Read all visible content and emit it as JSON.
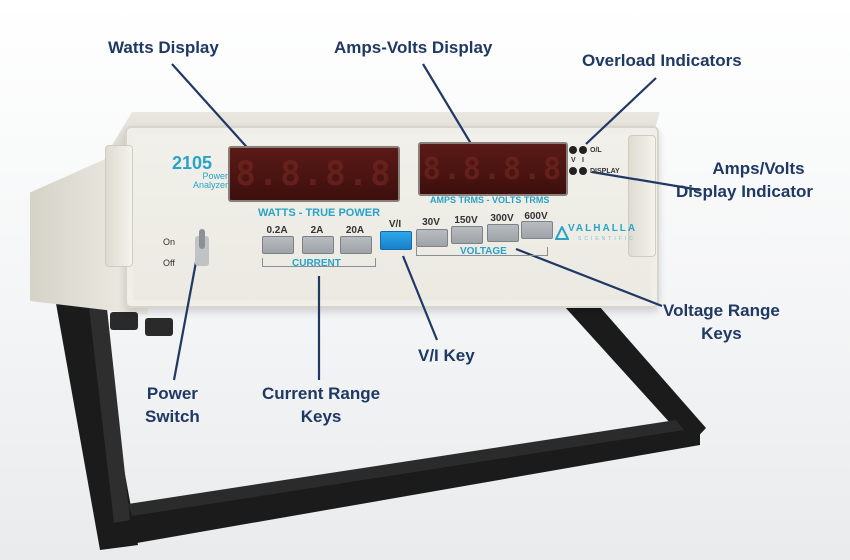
{
  "callouts": {
    "watts_display": "Watts Display",
    "amps_volts_display": "Amps-Volts Display",
    "overload_indicators": "Overload Indicators",
    "display_indicator": [
      "Amps/Volts",
      "Display Indicator"
    ],
    "voltage_range_keys": [
      "Voltage Range",
      "Keys"
    ],
    "vi_key": "V/I Key",
    "current_range_keys": [
      "Current Range",
      "Keys"
    ],
    "power_switch": [
      "Power",
      "Switch"
    ]
  },
  "instrument": {
    "model_number": "2105",
    "model_name": [
      "Power",
      "Analyzer"
    ],
    "watts_caption": "WATTS - TRUE POWER",
    "av_caption": "AMPS TRMS - VOLTS TRMS",
    "led_labels": {
      "ol": "O/L",
      "v": "V",
      "i": "I",
      "display": "DISPLAY"
    },
    "switch_labels": {
      "on": "On",
      "off": "Off"
    },
    "current_keys": [
      "0.2A",
      "2A",
      "20A"
    ],
    "vi_key_label": "V/I",
    "voltage_keys": [
      "30V",
      "150V",
      "300V",
      "600V"
    ],
    "current_caption": "CURRENT",
    "voltage_caption": "VOLTAGE",
    "brand": "VALHALLA",
    "brand_sub": "SCIENTIFIC"
  },
  "colors": {
    "callout_text": "#1f3864",
    "leader_line": "#1f3864",
    "panel_accent": "#29a3c7",
    "vi_key": "#1f8fd8",
    "display_bg": "#4a1411"
  }
}
